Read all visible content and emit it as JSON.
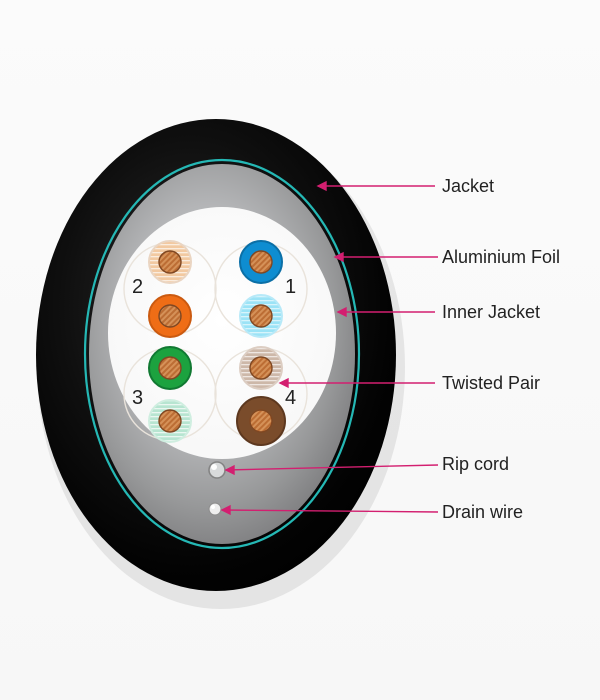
{
  "labels": {
    "jacket": "Jacket",
    "aluminium_foil": "Aluminium Foil",
    "inner_jacket": "Inner Jacket",
    "twisted_pair": "Twisted Pair",
    "rip_cord": "Rip cord",
    "drain_wire": "Drain wire"
  },
  "pairs": {
    "one": "1",
    "two": "2",
    "three": "3",
    "four": "4"
  },
  "colors": {
    "jacket_outer": "#050505",
    "jacket_mid": "#111111",
    "foil": "#25b8b5",
    "inner_jacket": "#9d9ea1",
    "core": "#ffffff",
    "pointer": "#d31f70",
    "blue": "#0e8dd1",
    "light_blue": "#84d8f1",
    "orange": "#ef6d16",
    "light_orange": "#f4d6b6",
    "green": "#1ca23f",
    "light_green": "#bfe8d5",
    "brown": "#7a4c2b",
    "light_brown": "#c7b1a1",
    "copper": "#b5642f"
  }
}
